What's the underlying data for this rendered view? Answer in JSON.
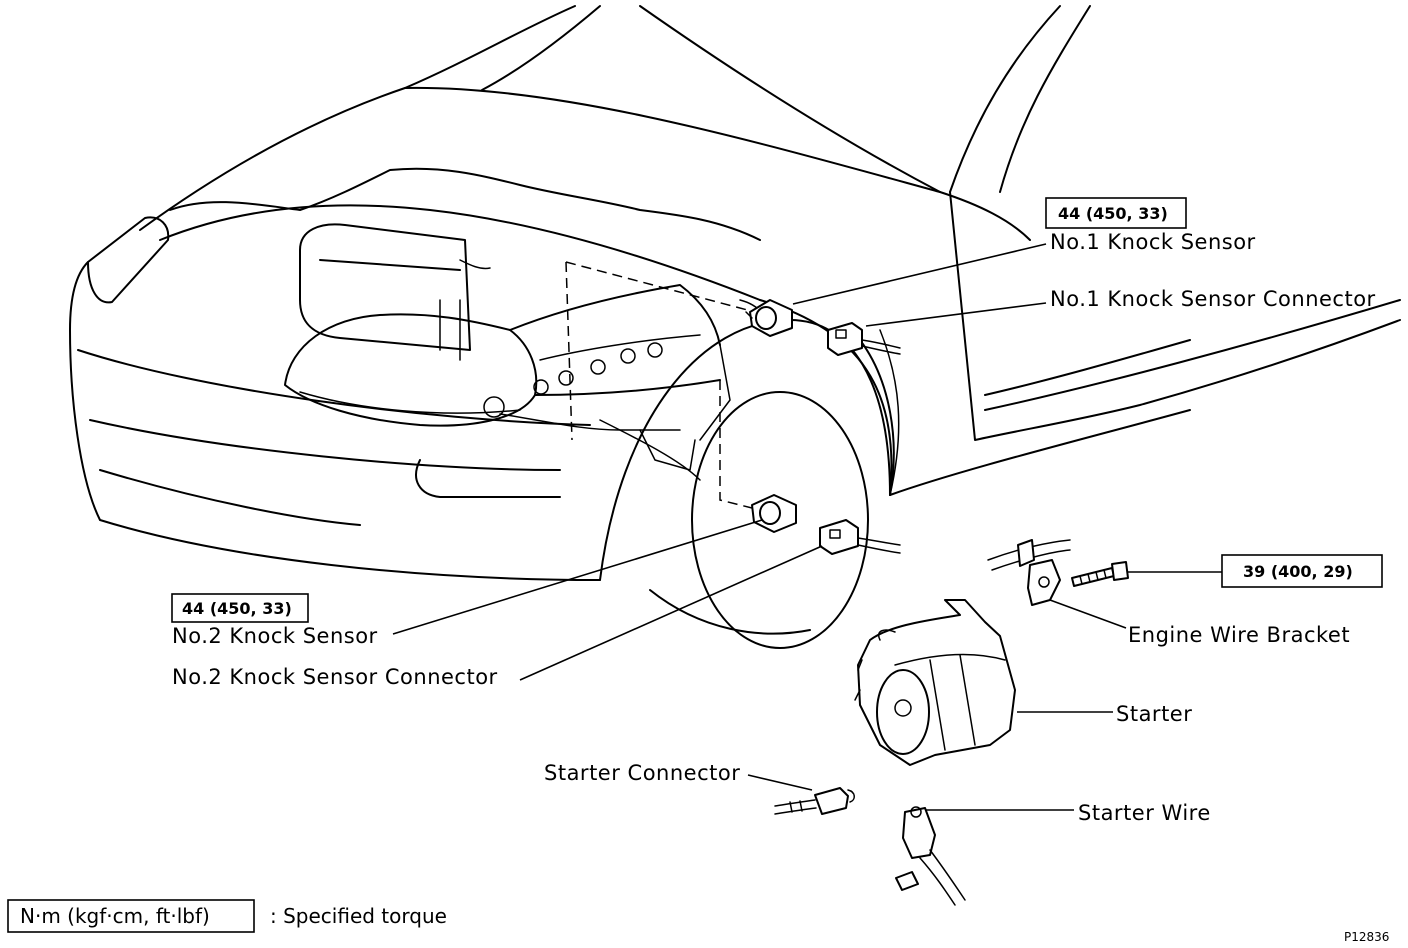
{
  "labels": {
    "no1_torque": "44 (450, 33)",
    "no1_sensor": "No.1 Knock Sensor",
    "no1_connector": "No.1 Knock Sensor Connector",
    "no2_torque": "44 (450, 33)",
    "no2_sensor": "No.2 Knock Sensor",
    "no2_connector": "No.2 Knock Sensor Connector",
    "bracket_torque": "39 (400, 29)",
    "engine_wire_bracket": "Engine Wire Bracket",
    "starter": "Starter",
    "starter_connector": "Starter Connector",
    "starter_wire": "Starter Wire"
  },
  "legend": {
    "unit": "N·m (kgf·cm, ft·lbf)",
    "text": ": Specified torque"
  },
  "figure_code": "P12836"
}
